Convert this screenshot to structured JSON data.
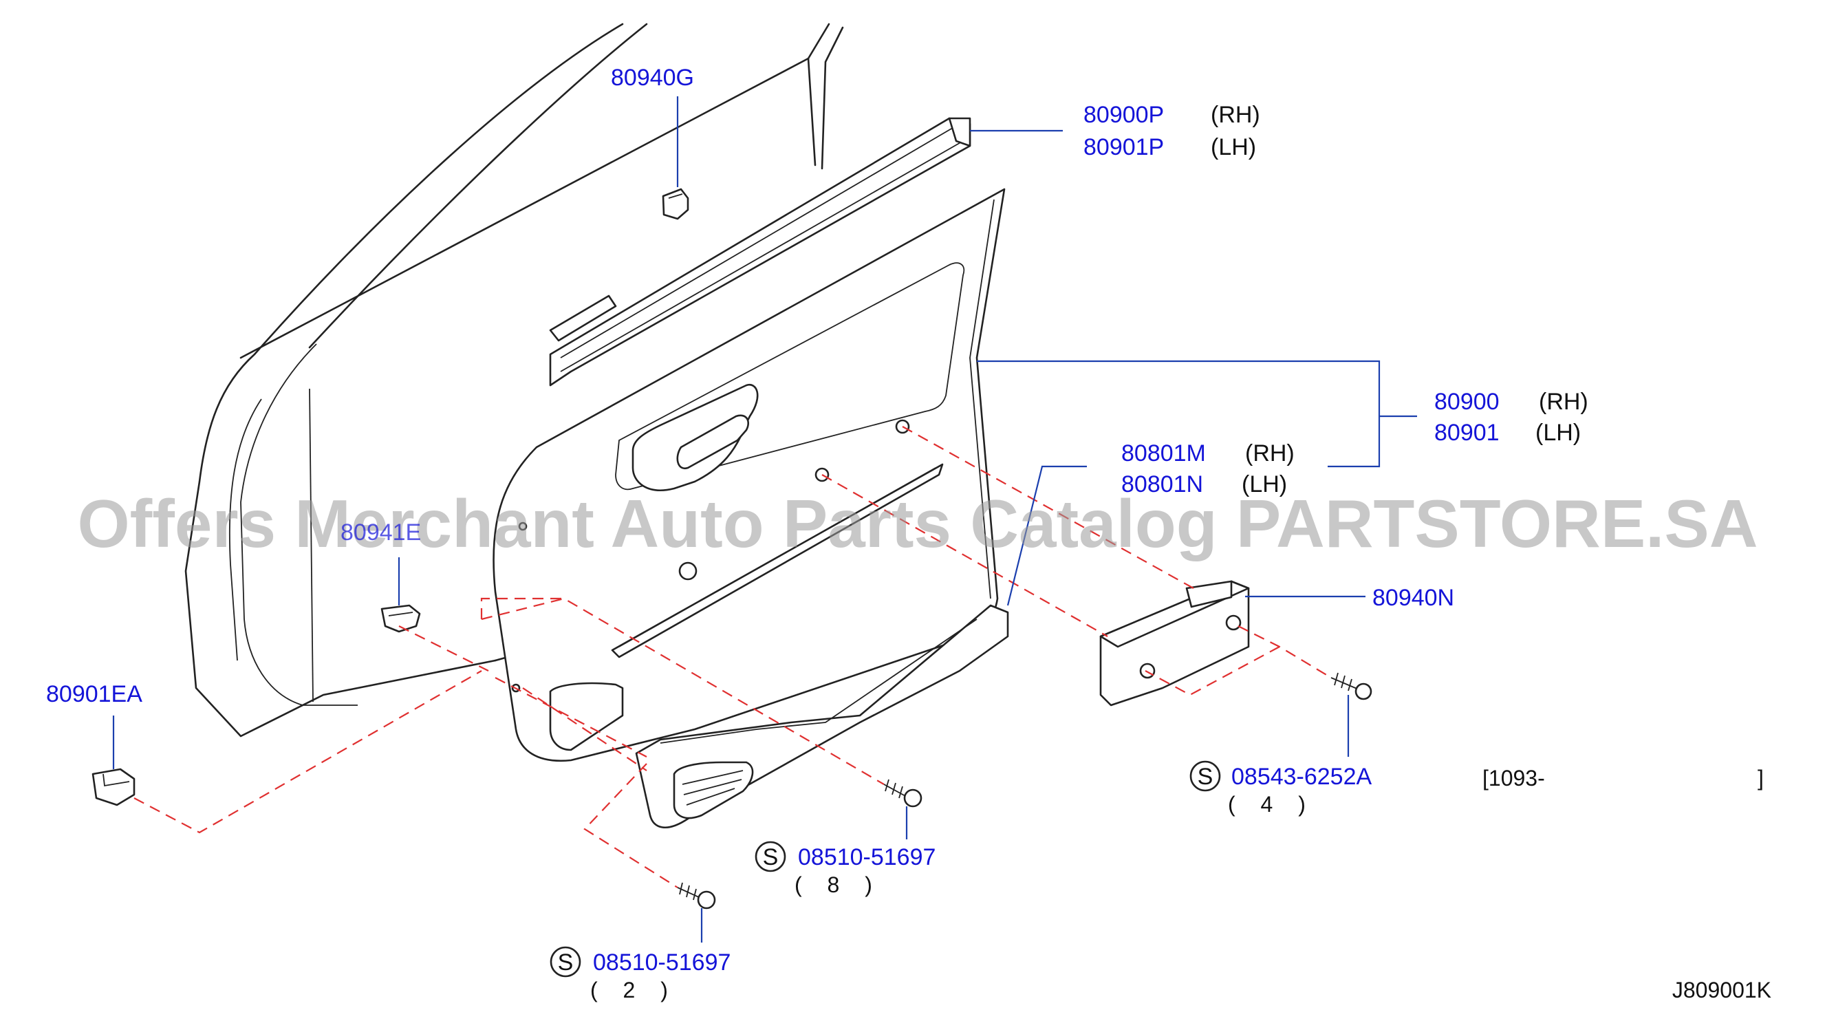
{
  "callouts": {
    "p80940g": {
      "part": "80940G"
    },
    "p80900p": {
      "part": "80900P",
      "side": "(RH)"
    },
    "p80901p": {
      "part": "80901P",
      "side": "(LH)"
    },
    "p80900": {
      "part": "80900",
      "side": "(RH)"
    },
    "p80901": {
      "part": "80901",
      "side": "(LH)"
    },
    "p80801m": {
      "part": "80801M",
      "side": "(RH)"
    },
    "p80801n": {
      "part": "80801N",
      "side": "(LH)"
    },
    "p80940n": {
      "part": "80940N"
    },
    "p80901ea": {
      "part": "80901EA"
    },
    "screw_a": {
      "symbol": "S",
      "part": "08543-6252A",
      "qty": "( 4 )"
    },
    "screw_b": {
      "symbol": "S",
      "part": "08510-51697",
      "qty": "( 8 )"
    },
    "screw_c": {
      "symbol": "S",
      "part": "08510-51697",
      "qty": "( 2 )"
    }
  },
  "serial_range": {
    "open": "[1093-",
    "close": "]"
  },
  "obscured_label": "80941E",
  "diagram_code": "J809001K",
  "watermark": "Offers Merchant Auto Parts Catalog PARTSTORE.SA",
  "colors": {
    "part_number": "#1414d8",
    "line": "#222222",
    "leader": "#1b3fae",
    "dashed_guide": "#e03030",
    "watermark": "#9a9a9a"
  }
}
